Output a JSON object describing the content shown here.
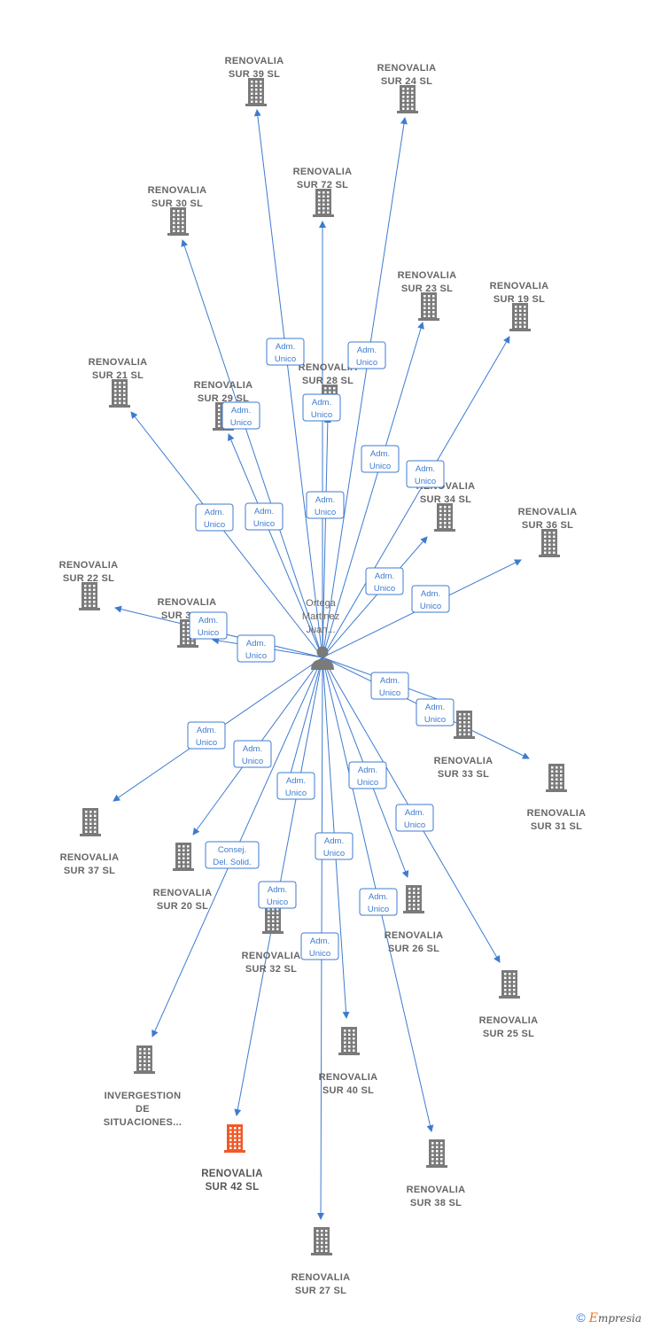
{
  "center": {
    "label_lines": [
      "Ortega",
      "Martinez",
      "Juan..."
    ]
  },
  "colors": {
    "edge": "#3d7bd0",
    "node": "#7a7a7a",
    "highlight": "#f05a28",
    "box_border": "#3d7bd0"
  },
  "nodes": [
    {
      "id": "sur39",
      "lines": [
        "RENOVALIA",
        "SUR 39  SL"
      ]
    },
    {
      "id": "sur24",
      "lines": [
        "RENOVALIA",
        "SUR 24  SL"
      ]
    },
    {
      "id": "sur72",
      "lines": [
        "RENOVALIA",
        "SUR 72  SL"
      ]
    },
    {
      "id": "sur30",
      "lines": [
        "RENOVALIA",
        "SUR 30  SL"
      ]
    },
    {
      "id": "sur23",
      "lines": [
        "RENOVALIA",
        "SUR 23  SL"
      ]
    },
    {
      "id": "sur19",
      "lines": [
        "RENOVALIA",
        "SUR 19  SL"
      ]
    },
    {
      "id": "sur21",
      "lines": [
        "RENOVALIA",
        "SUR 21  SL"
      ]
    },
    {
      "id": "sur28",
      "lines": [
        "RENOVALIA",
        "SUR 28  SL"
      ]
    },
    {
      "id": "sur29",
      "lines": [
        "RENOVALIA",
        "SUR 29  SL"
      ]
    },
    {
      "id": "sur34",
      "lines": [
        "RENOVALIA",
        "SUR 34  SL"
      ]
    },
    {
      "id": "sur36",
      "lines": [
        "RENOVALIA",
        "SUR 36  SL"
      ]
    },
    {
      "id": "sur22",
      "lines": [
        "RENOVALIA",
        "SUR 22  SL"
      ]
    },
    {
      "id": "sur35",
      "lines": [
        "RENOVALIA",
        "SUR 35  SL"
      ]
    },
    {
      "id": "sur33",
      "lines": [
        "RENOVALIA",
        "SUR 33  SL"
      ]
    },
    {
      "id": "sur31",
      "lines": [
        "RENOVALIA",
        "SUR 31  SL"
      ]
    },
    {
      "id": "sur37",
      "lines": [
        "RENOVALIA",
        "SUR 37  SL"
      ]
    },
    {
      "id": "sur20",
      "lines": [
        "RENOVALIA",
        "SUR 20  SL"
      ]
    },
    {
      "id": "sur32",
      "lines": [
        "RENOVALIA",
        "SUR 32  SL"
      ]
    },
    {
      "id": "sur26",
      "lines": [
        "RENOVALIA",
        "SUR 26  SL"
      ]
    },
    {
      "id": "sur25",
      "lines": [
        "RENOVALIA",
        "SUR 25  SL"
      ]
    },
    {
      "id": "inver",
      "lines": [
        "INVERGESTION",
        "DE",
        "SITUACIONES..."
      ]
    },
    {
      "id": "sur40",
      "lines": [
        "RENOVALIA",
        "SUR 40  SL"
      ]
    },
    {
      "id": "sur42",
      "lines": [
        "RENOVALIA",
        "SUR 42  SL"
      ],
      "highlight": true
    },
    {
      "id": "sur38",
      "lines": [
        "RENOVALIA",
        "SUR 38  SL"
      ]
    },
    {
      "id": "sur27",
      "lines": [
        "RENOVALIA",
        "SUR 27  SL"
      ]
    }
  ],
  "edges": [
    {
      "to": "sur39",
      "role": [
        "Adm.",
        "Unico"
      ]
    },
    {
      "to": "sur24",
      "role": [
        "Adm.",
        "Unico"
      ]
    },
    {
      "to": "sur72",
      "role": [
        "Adm.",
        "Unico"
      ]
    },
    {
      "to": "sur30",
      "role": [
        "Adm.",
        "Unico"
      ]
    },
    {
      "to": "sur23",
      "role": [
        "Adm.",
        "Unico"
      ]
    },
    {
      "to": "sur19",
      "role": [
        "Adm.",
        "Unico"
      ]
    },
    {
      "to": "sur21",
      "role": [
        "Adm.",
        "Unico"
      ]
    },
    {
      "to": "sur28",
      "role": [
        "Adm.",
        "Unico"
      ]
    },
    {
      "to": "sur29",
      "role": [
        "Adm.",
        "Unico"
      ]
    },
    {
      "to": "sur34",
      "role": [
        "Adm.",
        "Unico"
      ]
    },
    {
      "to": "sur36",
      "role": [
        "Adm.",
        "Unico"
      ]
    },
    {
      "to": "sur22",
      "role": [
        "Adm.",
        "Unico"
      ]
    },
    {
      "to": "sur35",
      "role": [
        "Adm.",
        "Unico"
      ]
    },
    {
      "to": "sur33",
      "role": [
        "Adm.",
        "Unico"
      ]
    },
    {
      "to": "sur31",
      "role": [
        "Adm.",
        "Unico"
      ]
    },
    {
      "to": "sur37",
      "role": [
        "Adm.",
        "Unico"
      ]
    },
    {
      "to": "sur20",
      "role": [
        "Adm.",
        "Unico"
      ]
    },
    {
      "to": "sur32",
      "role": [
        "Adm.",
        "Unico"
      ]
    },
    {
      "to": "sur26",
      "role": [
        "Adm.",
        "Unico"
      ]
    },
    {
      "to": "sur25",
      "role": [
        "Adm.",
        "Unico"
      ]
    },
    {
      "to": "inver",
      "role": [
        "Consej.",
        "Del. Solid."
      ]
    },
    {
      "to": "sur40",
      "role": [
        "Adm.",
        "Unico"
      ]
    },
    {
      "to": "sur42",
      "role": [
        "Adm.",
        "Unico"
      ]
    },
    {
      "to": "sur38",
      "role": [
        "Adm.",
        "Unico"
      ]
    },
    {
      "to": "sur27",
      "role": [
        "Adm.",
        "Unico"
      ]
    }
  ],
  "footer": {
    "copyright": "©",
    "brand_initial": "E",
    "brand_rest": "mpresia"
  }
}
